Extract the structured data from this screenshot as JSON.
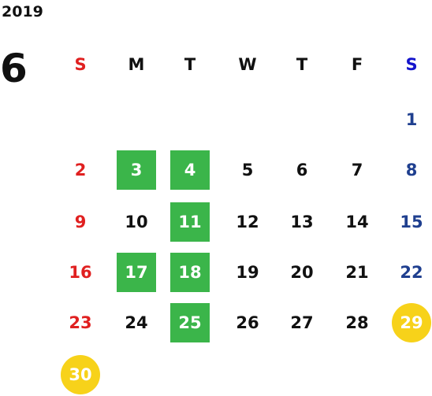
{
  "year": "2019",
  "month": "6",
  "weekdays": [
    "S",
    "M",
    "T",
    "W",
    "T",
    "F",
    "S"
  ],
  "first_weekday_index": 6,
  "days": [
    "1",
    "2",
    "3",
    "4",
    "5",
    "6",
    "7",
    "8",
    "9",
    "10",
    "11",
    "12",
    "13",
    "14",
    "15",
    "16",
    "17",
    "18",
    "19",
    "20",
    "21",
    "22",
    "23",
    "24",
    "25",
    "26",
    "27",
    "28",
    "29",
    "30"
  ],
  "highlighted_days": [
    "3",
    "4",
    "11",
    "17",
    "18",
    "25"
  ],
  "circled_days": [
    "29",
    "30"
  ],
  "colors": {
    "sunday": "#e02020",
    "saturday": "#1f3f8f",
    "saturday_header": "#1414cc",
    "highlight": "#3bb54a",
    "circle": "#f7d21a",
    "text": "#111111"
  }
}
